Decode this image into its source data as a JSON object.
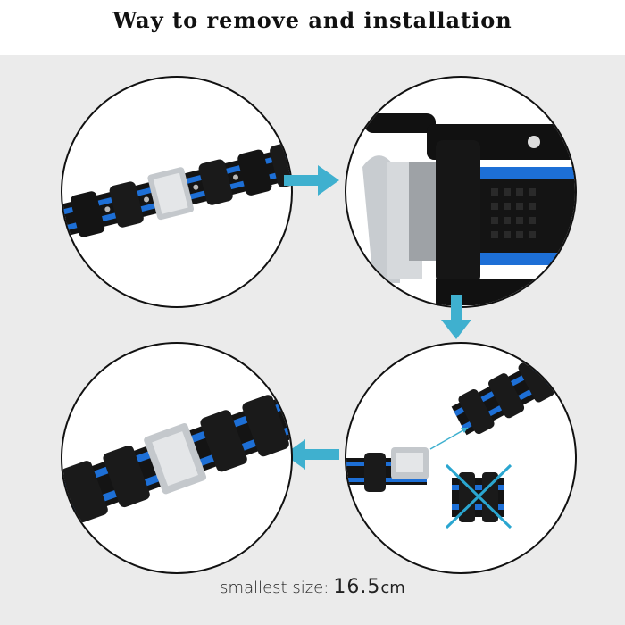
{
  "title": "Way to remove and installation",
  "caption": {
    "label": "smallest size:",
    "value": "16.5",
    "unit": "cm"
  },
  "colors": {
    "accent_arrow": "#3fb0cf",
    "link_blue": "#1d6fd6",
    "link_black": "#141414",
    "link_silver": "#c4c8cc",
    "cross_mark": "#2aa6d0",
    "panel_bg": "#ebebeb"
  },
  "icons": {
    "step_arrow_right": "arrow-right-icon",
    "step_arrow_down": "arrow-down-icon",
    "step_arrow_left": "arrow-left-icon",
    "remove_mark": "cross-icon"
  }
}
